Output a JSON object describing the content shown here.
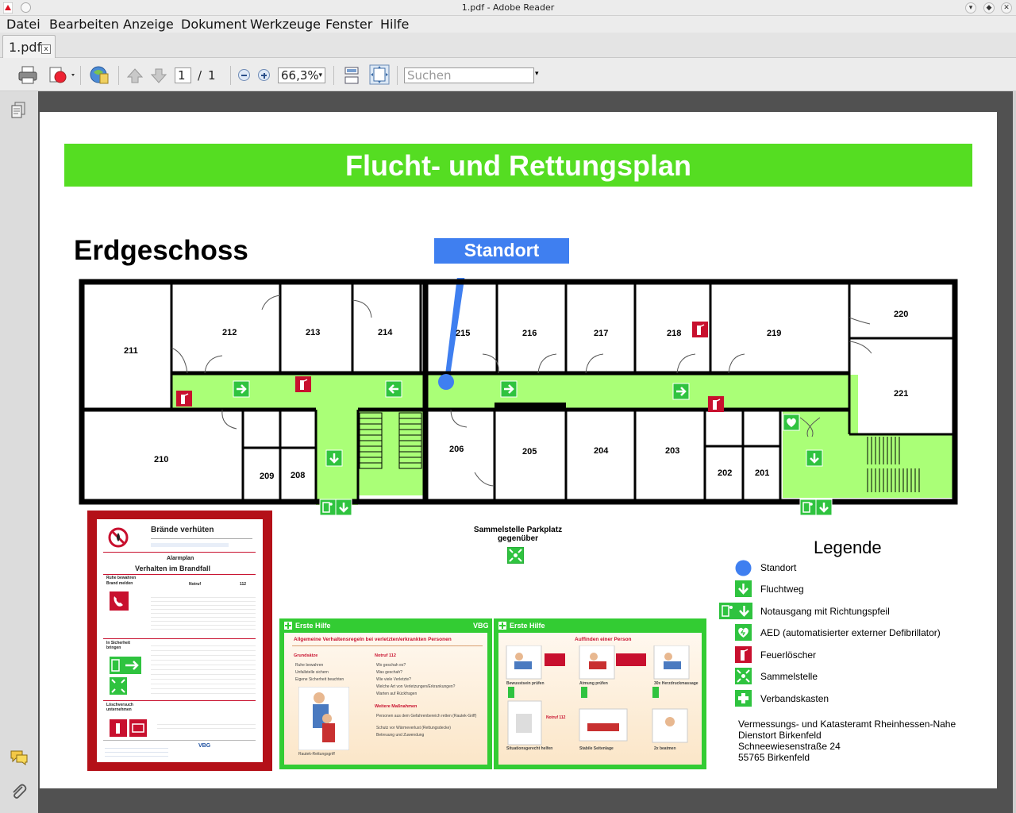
{
  "window": {
    "title": "1.pdf - Adobe Reader"
  },
  "menu": [
    "Datei",
    "Bearbeiten",
    "Anzeige",
    "Dokument",
    "Werkzeuge",
    "Fenster",
    "Hilfe"
  ],
  "tab": {
    "label": "1.pdf",
    "close": "x"
  },
  "toolbar": {
    "page_current": "1",
    "page_separator": "/",
    "page_total": "1",
    "zoom": "66,3%",
    "search_placeholder": "Suchen"
  },
  "document": {
    "banner_title": "Flucht- und Rettungsplan",
    "floor_title": "Erdgeschoss",
    "standort_label": "Standort",
    "rooms": [
      "211",
      "212",
      "213",
      "214",
      "215",
      "216",
      "217",
      "218",
      "219",
      "220",
      "221",
      "210",
      "209",
      "208",
      "206",
      "205",
      "204",
      "203",
      "202",
      "201"
    ],
    "sammelstelle": [
      "Sammelstelle Parkplatz",
      "gegenüber"
    ],
    "legend": {
      "title": "Legende",
      "items": [
        "Standort",
        "Fluchtweg",
        "Notausgang mit Richtungspfeil",
        "AED (automatisierter externer Defibrillator)",
        "Feuerlöscher",
        "Sammelstelle",
        "Verbandskasten"
      ]
    },
    "organization": [
      "Vermessungs- und Katasteramt Rheinhessen-Nahe",
      "Dienstort Birkenfeld",
      "Schneewiesenstraße 24",
      "55765 Birkenfeld"
    ],
    "fire_poster": {
      "title": "Brände verhüten",
      "alarm": "Alarmplan",
      "subtitle": "Verhalten im Brandfall",
      "section1": "Ruhe bewahren",
      "section1b": "Brand melden",
      "notruf": "Notruf",
      "notruf_num": "112",
      "section2": "In Sicherheit bringen",
      "section3": "Löschversuch unternehmen",
      "vbg": "VBG"
    },
    "first_aid_left": {
      "header": "Erste Hilfe",
      "brand": "VBG",
      "title": "Allgemeine Verhaltensregeln bei verletzten/erkrankten Personen",
      "col1_title": "Grundsätze",
      "col1_items": [
        "Ruhe bewahren",
        "Unfallstelle sichern",
        "Eigene Sicherheit beachten"
      ],
      "col2_title": "Notruf 112",
      "col2_items": [
        "Wo geschah es?",
        "Was geschah?",
        "Wie viele Verletzte?",
        "Welche Art von Verletzungen/Erkrankungen?",
        "Warten auf Rückfragen"
      ],
      "col3_title": "Weitere Maßnahmen",
      "col3_items": [
        "Personen aus dem Gefahrenbereich retten (Rautek-Griff)",
        "Schutz vor Wärmeverlust (Rettungsdecke)",
        "Betreuung und Zuwendung"
      ],
      "caption": "Rautek-Rettungsgriff"
    },
    "first_aid_right": {
      "header": "Erste Hilfe",
      "title": "Auffinden einer Person",
      "steps": [
        "Bewusstsein prüfen",
        "Atmung prüfen",
        "30x Herzdruckmassage",
        "Situationsgerecht helfen",
        "Stabile Seitenlage",
        "2x beatmen"
      ],
      "notruf": "Notruf 112"
    }
  }
}
